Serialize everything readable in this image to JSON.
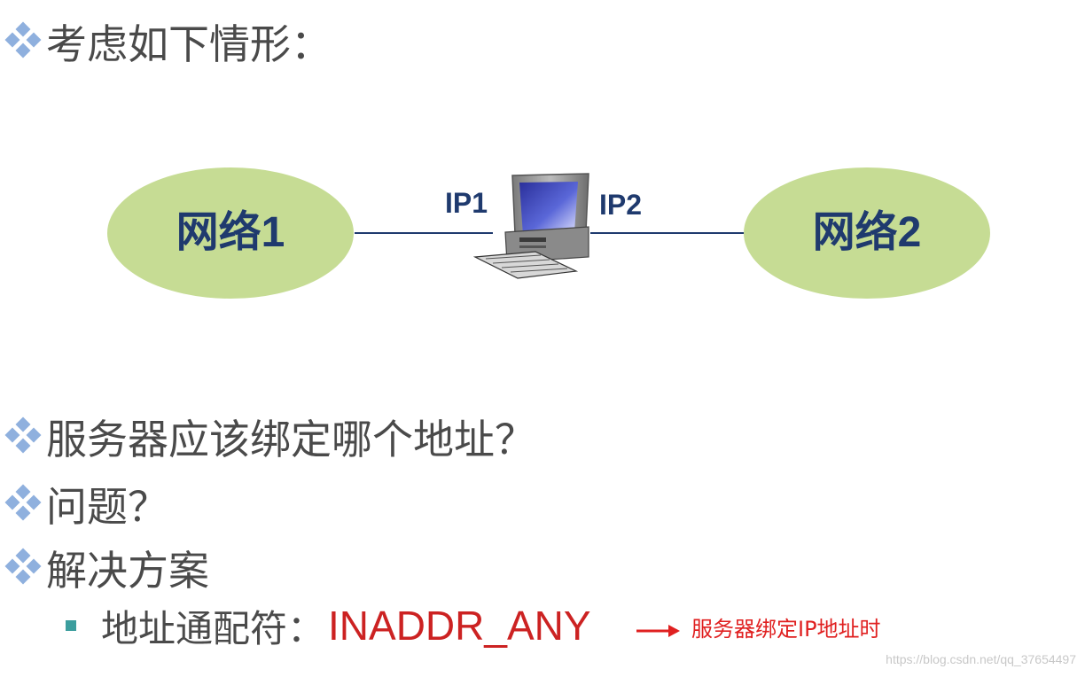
{
  "bullets": {
    "consider": "考虑如下情形：",
    "which_address": "服务器应该绑定哪个地址？",
    "problem": "问题？",
    "solution": "解决方案"
  },
  "diagram": {
    "network1": {
      "name": "网络",
      "num": "1"
    },
    "network2": {
      "name": "网络",
      "num": "2"
    },
    "ip1": "IP1",
    "ip2": "IP2"
  },
  "sub_bullet": {
    "label": "地址通配符：",
    "value": "INADDR_ANY"
  },
  "annotation": "服务器绑定IP地址时",
  "watermark": "https://blog.csdn.net/qq_37654497",
  "colors": {
    "diamond_blue": "#8fb0de",
    "ellipse_green": "#c6dc94",
    "label_navy": "#1f3a6e",
    "wildcard_red": "#cc2222",
    "annotation_red": "#e02020",
    "sub_bullet_teal": "#3c9e9e"
  }
}
